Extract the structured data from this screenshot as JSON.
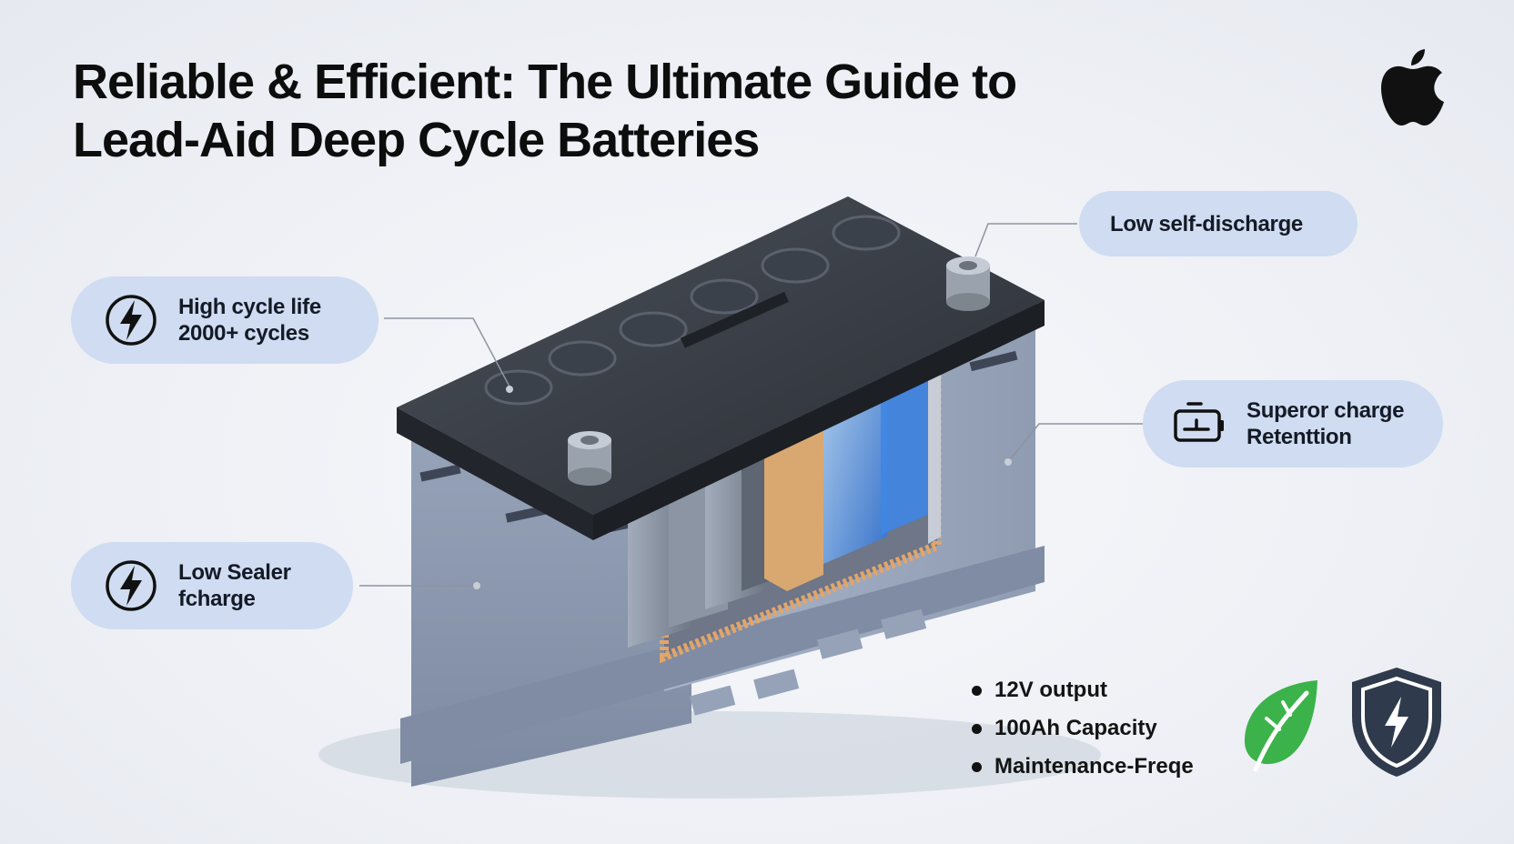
{
  "title": {
    "line1": "Reliable & Efficient: The Ultimate Guide to",
    "line2": "Lead-Aid Deep Cycle Batteries"
  },
  "brand_logo": {
    "icon": "apple-logo-icon",
    "color": "#111111"
  },
  "callouts": {
    "cycle": {
      "line1": "High cycle life",
      "line2": "2000+ cycles",
      "icon": "lightning-bolt-icon"
    },
    "sealer": {
      "line1": "Low Sealer",
      "line2": "fcharge",
      "icon": "lightning-bolt-icon"
    },
    "self_discharge": {
      "label": "Low self-discharge"
    },
    "retention": {
      "line1": "Superor charge",
      "line2": "Retenttion",
      "icon": "battery-icon"
    }
  },
  "specs": [
    {
      "label": "12V output"
    },
    {
      "label": "100Ah Capacity"
    },
    {
      "label": "Maintenance-Freqe"
    }
  ],
  "badges": {
    "leaf": {
      "icon": "leaf-icon",
      "color": "#3bb34a"
    },
    "shield": {
      "icon": "shield-lightning-icon",
      "color": "#2f3a4d"
    }
  },
  "colors": {
    "callout_bg": "#cfdcf1",
    "battery_body": "#8a97ad",
    "battery_lid": "#33383f",
    "separator": "#e2a56a",
    "cell_blue": "#4d8fe3"
  }
}
